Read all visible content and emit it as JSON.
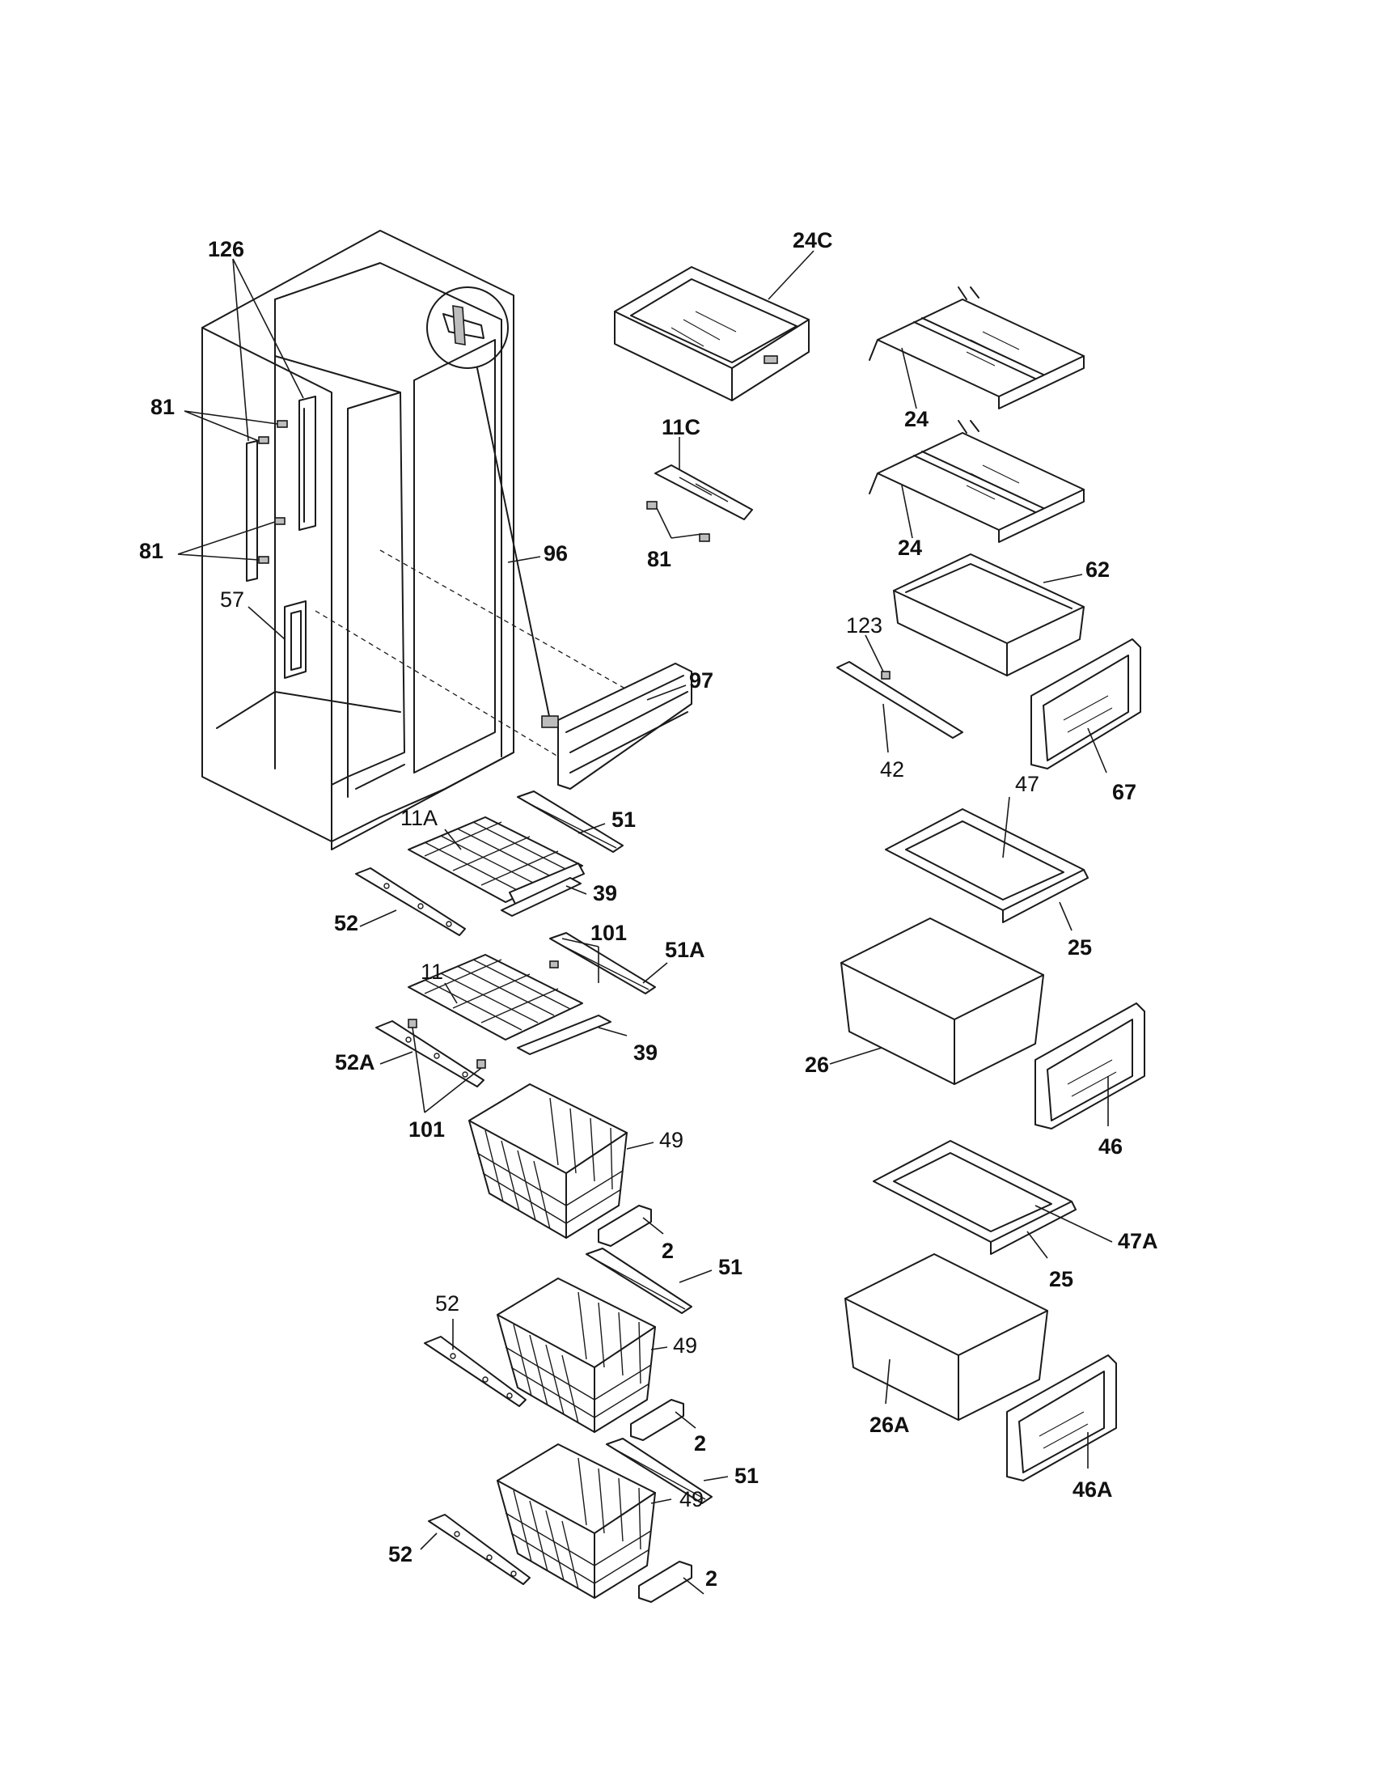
{
  "labels": [
    {
      "id": "126",
      "text": "126"
    },
    {
      "id": "81a",
      "text": "81"
    },
    {
      "id": "81b",
      "text": "81"
    },
    {
      "id": "57",
      "text": "57"
    },
    {
      "id": "96",
      "text": "96"
    },
    {
      "id": "97",
      "text": "97"
    },
    {
      "id": "24C",
      "text": "24C"
    },
    {
      "id": "11C",
      "text": "11C"
    },
    {
      "id": "81c",
      "text": "81"
    },
    {
      "id": "24a",
      "text": "24"
    },
    {
      "id": "24b",
      "text": "24"
    },
    {
      "id": "62",
      "text": "62"
    },
    {
      "id": "123",
      "text": "123"
    },
    {
      "id": "42",
      "text": "42"
    },
    {
      "id": "67",
      "text": "67"
    },
    {
      "id": "47",
      "text": "47"
    },
    {
      "id": "25a",
      "text": "25"
    },
    {
      "id": "26",
      "text": "26"
    },
    {
      "id": "46",
      "text": "46"
    },
    {
      "id": "47A",
      "text": "47A"
    },
    {
      "id": "25b",
      "text": "25"
    },
    {
      "id": "26A",
      "text": "26A"
    },
    {
      "id": "46A",
      "text": "46A"
    },
    {
      "id": "11A",
      "text": "11A"
    },
    {
      "id": "51a",
      "text": "51"
    },
    {
      "id": "39a",
      "text": "39"
    },
    {
      "id": "52a",
      "text": "52"
    },
    {
      "id": "101a",
      "text": "101"
    },
    {
      "id": "51A",
      "text": "51A"
    },
    {
      "id": "11",
      "text": "11"
    },
    {
      "id": "39b",
      "text": "39"
    },
    {
      "id": "52A",
      "text": "52A"
    },
    {
      "id": "101b",
      "text": "101"
    },
    {
      "id": "49a",
      "text": "49"
    },
    {
      "id": "2a",
      "text": "2"
    },
    {
      "id": "51b",
      "text": "51"
    },
    {
      "id": "52b",
      "text": "52"
    },
    {
      "id": "49b",
      "text": "49"
    },
    {
      "id": "2b",
      "text": "2"
    },
    {
      "id": "51c",
      "text": "51"
    },
    {
      "id": "49c",
      "text": "49"
    },
    {
      "id": "52c",
      "text": "52"
    },
    {
      "id": "2c",
      "text": "2"
    }
  ]
}
